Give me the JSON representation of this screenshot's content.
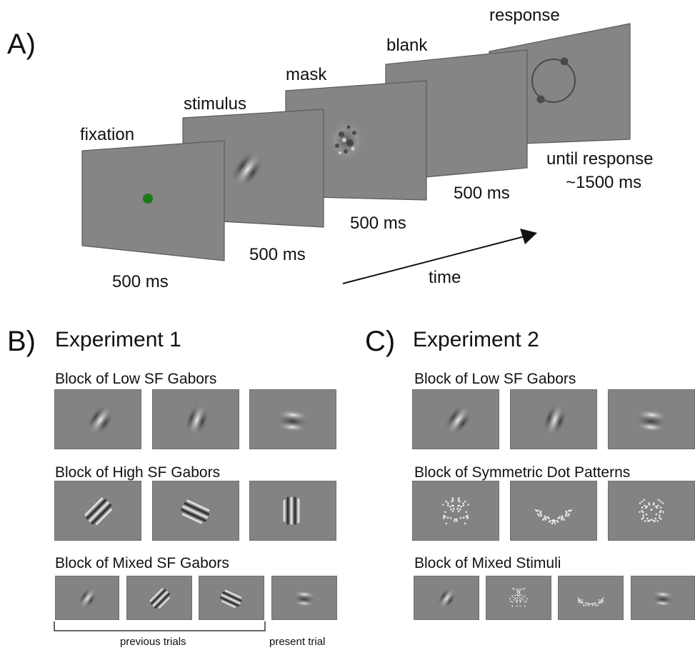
{
  "panel_a": {
    "letter": "A)",
    "frames": [
      {
        "label": "fixation",
        "duration": "500 ms"
      },
      {
        "label": "stimulus",
        "duration": "500 ms"
      },
      {
        "label": "mask",
        "duration": "500 ms"
      },
      {
        "label": "blank",
        "duration": "500 ms"
      },
      {
        "label": "response",
        "duration_line1": "until response",
        "duration_line2": "~1500 ms"
      }
    ],
    "time_label": "time",
    "fixation_color": "#1a7a1a"
  },
  "panel_b": {
    "letter": "B)",
    "title": "Experiment 1",
    "blocks": [
      {
        "title": "Block of Low SF Gabors"
      },
      {
        "title": "Block of High SF Gabors"
      },
      {
        "title": "Block of Mixed SF Gabors"
      }
    ],
    "previous_label": "previous trials",
    "present_label": "present trial"
  },
  "panel_c": {
    "letter": "C)",
    "title": "Experiment 2",
    "blocks": [
      {
        "title": "Block of Low SF Gabors"
      },
      {
        "title": "Block of Symmetric Dot Patterns"
      },
      {
        "title": "Block of Mixed Stimuli"
      }
    ]
  },
  "colors": {
    "screen": "#858585",
    "screen_edge": "#5a5a5a"
  }
}
